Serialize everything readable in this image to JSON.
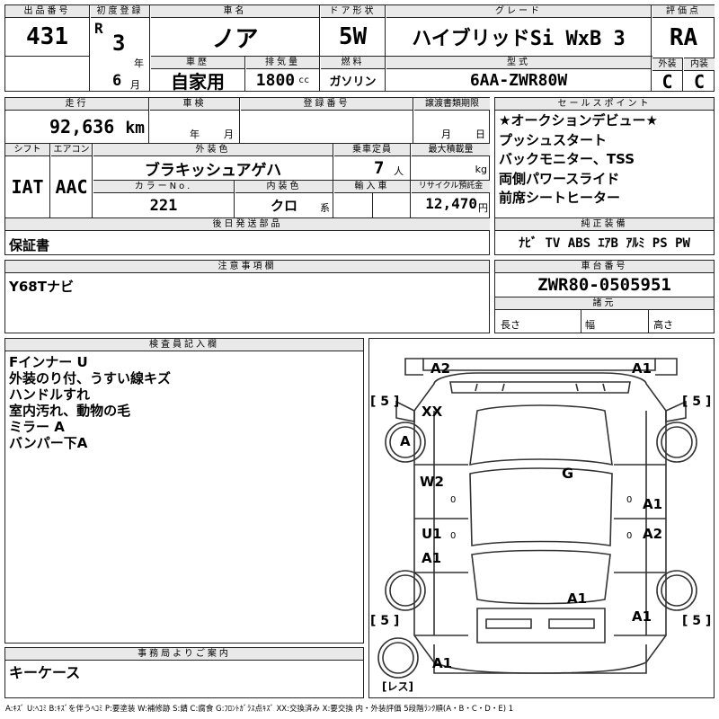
{
  "header": {
    "lot_label": "出品番号",
    "lot": "431",
    "first_reg_label": "初度登録",
    "era": "R",
    "year": "3",
    "year_unit": "年",
    "month": "6",
    "month_unit": "月",
    "car_name_label": "車名",
    "car_name": "ノア",
    "door_label": "ドア形状",
    "door": "5W",
    "grade_label": "グレード",
    "grade": "ハイブリッドSi WxB 3",
    "score_label": "評価点",
    "score": "RA",
    "history_label": "車歴",
    "history": "自家用",
    "displacement_label": "排気量",
    "displacement": "1800",
    "displacement_unit": "cc",
    "fuel_label": "燃料",
    "fuel": "ガソリン",
    "model_label": "型式",
    "model": "6AA-ZWR80W",
    "exterior_grade_label": "外装",
    "exterior_grade": "C",
    "interior_grade_label": "内装",
    "interior_grade": "C"
  },
  "row2": {
    "mileage_label": "走行",
    "mileage": "92,636",
    "mileage_unit": "km",
    "inspection_label": "車検",
    "inspection_year_unit": "年",
    "inspection_month_unit": "月",
    "reg_no_label": "登録番号",
    "transfer_label": "譲渡書類期限",
    "transfer_month_unit": "月",
    "transfer_day_unit": "日"
  },
  "sales_points": {
    "label": "セールスポイント",
    "items": [
      "★オークションデビュー★",
      "プッシュスタート",
      "バックモニター、TSS",
      "両側パワースライド",
      "前席シートヒーター"
    ]
  },
  "row3": {
    "shift_label": "シフト",
    "shift": "IAT",
    "ac_label": "エアコン",
    "ac": "AAC",
    "color_label": "外装色",
    "color": "ブラキッシュアゲハ",
    "seats_label": "乗車定員",
    "seats": "7",
    "seats_unit": "人",
    "load_label": "最大積載量",
    "load_unit": "kg",
    "color_no_label": "カラーNo.",
    "color_no": "221",
    "interior_color_label": "内装色",
    "interior_color": "クロ",
    "interior_color_unit": "系",
    "import_label": "輸入車",
    "recycle_label": "リサイクル預託金",
    "recycle": "12,470",
    "recycle_unit": "円"
  },
  "later_parts": {
    "label": "後日発送部品",
    "value": "保証書"
  },
  "equipment": {
    "label": "純正装備",
    "value": "ﾅﾋﾞ TV ABS ｴｱB ｱﾙﾐ PS PW"
  },
  "notes": {
    "label": "注意事項欄",
    "value": "Y68Tナビ"
  },
  "chassis": {
    "label": "車台番号",
    "value": "ZWR80-0505951",
    "dims_label": "諸元",
    "length_label": "長さ",
    "width_label": "幅",
    "height_label": "高さ"
  },
  "inspector": {
    "label": "検査員記入欄",
    "lines": [
      "Fインナー U",
      "外装のり付、うすい線キズ",
      "ハンドルすれ",
      "室内汚れ、動物の毛",
      "ミラー A",
      "バンパー下A"
    ]
  },
  "office": {
    "label": "事務局よりご案内",
    "value": "キーケース"
  },
  "diagram": {
    "marks": [
      "A2",
      "A1",
      "XX",
      "A",
      "G",
      "W2",
      "A1",
      "U1",
      "A2",
      "A1",
      "A1",
      "A1",
      "A1"
    ],
    "tires": [
      "5",
      "5",
      "5",
      "5"
    ],
    "spare": "レス",
    "zeros": [
      "0",
      "0",
      "0",
      "0"
    ]
  },
  "legend": "A:ｷｽﾞ U:ﾍｺﾐ B:ｷｽﾞを伴うﾍｺﾐ P:要塗装 W:補修跡 S:錆 C:腐食 G:ﾌﾛﾝﾄｶﾞﾗｽ点ｷｽﾞ XX:交換済み X:要交換 内・外装評価 5段階ﾗﾝｸ順(A・B・C・D・E) 1"
}
